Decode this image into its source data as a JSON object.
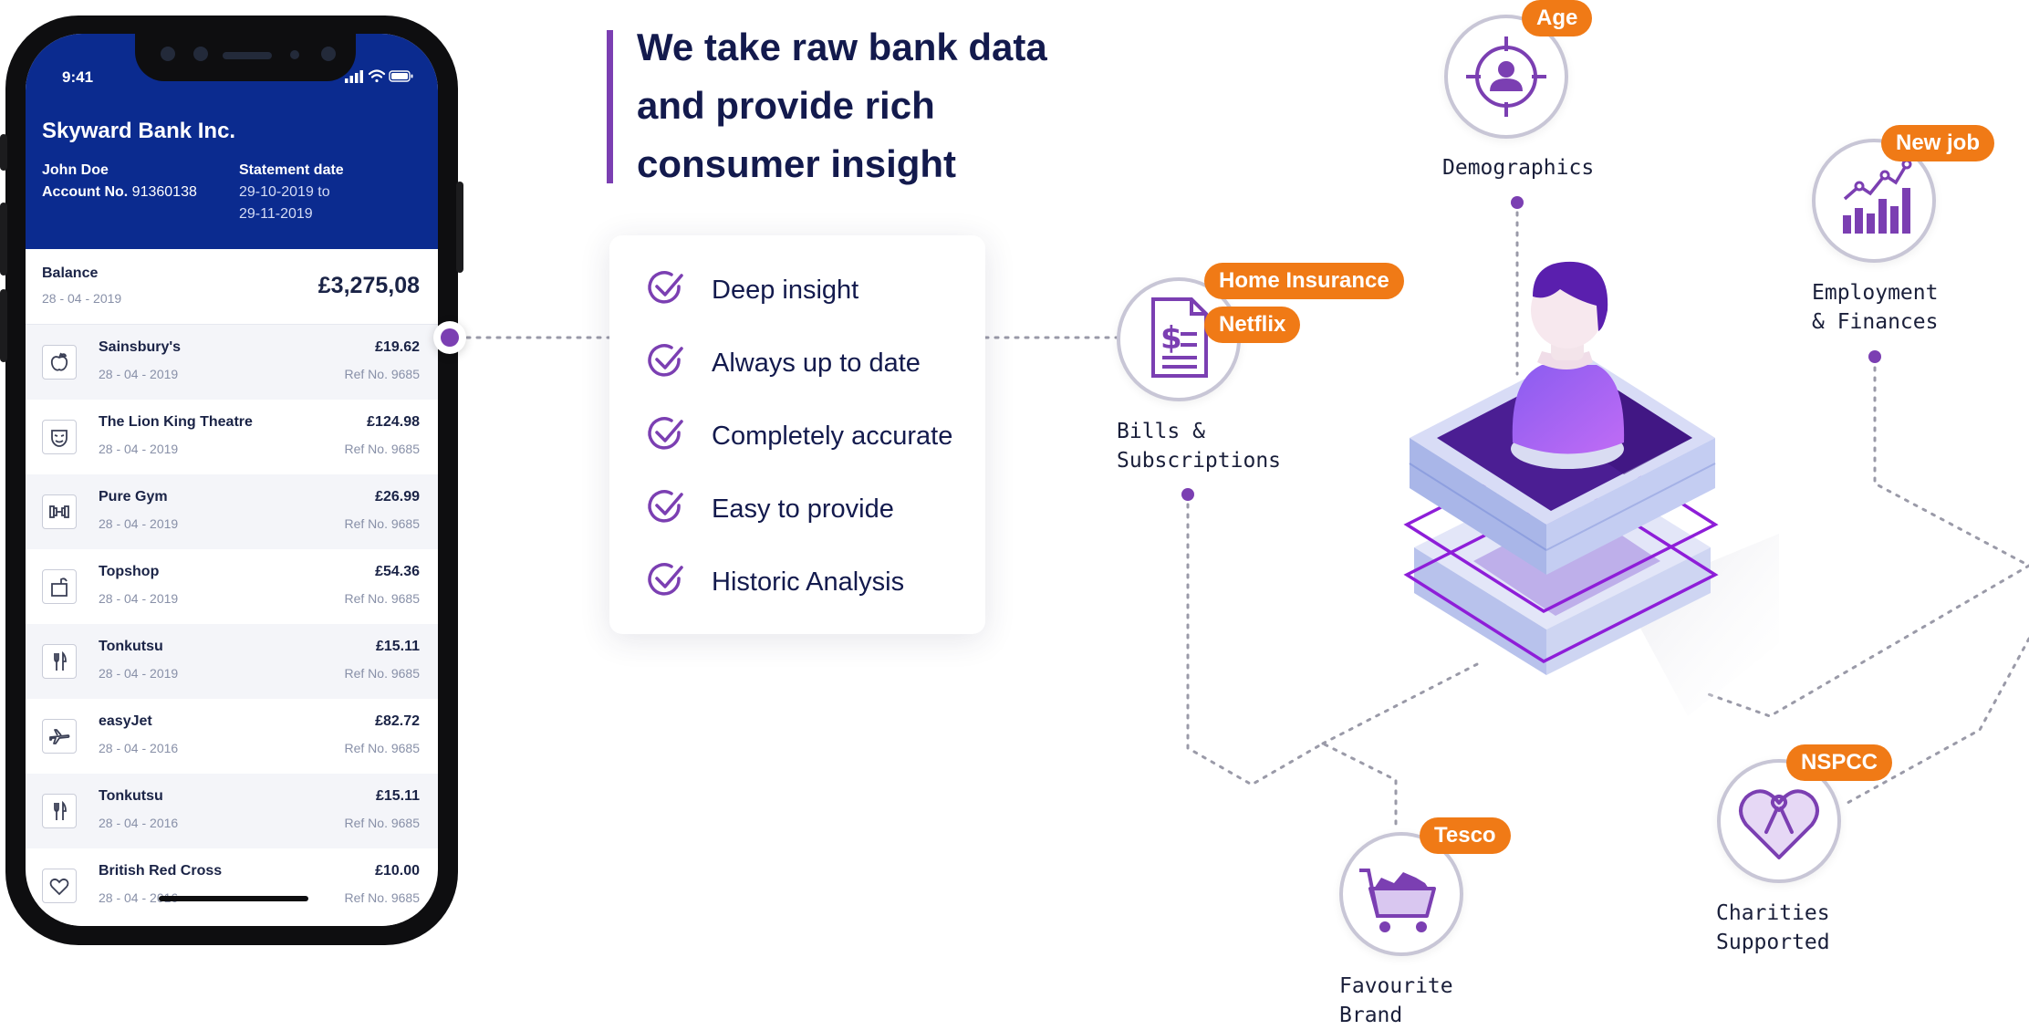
{
  "phone": {
    "status_time": "9:41",
    "bank_name": "Skyward Bank Inc.",
    "customer_name": "John Doe",
    "account_label": "Account No.",
    "account_no": "91360138",
    "statement_label": "Statement date",
    "statement_from": "29-10-2019 to",
    "statement_to": "29-11-2019",
    "balance_label": "Balance",
    "balance_date": "28 - 04 - 2019",
    "balance_amount": "£3,275,08",
    "transactions": [
      {
        "name": "Sainsbury's",
        "date": "28 - 04 - 2019",
        "amount": "£19.62",
        "ref": "Ref No. 9685",
        "icon": "apple-icon"
      },
      {
        "name": "The Lion King Theatre",
        "date": "28 - 04 - 2019",
        "amount": "£124.98",
        "ref": "Ref No. 9685",
        "icon": "theatre-mask-icon"
      },
      {
        "name": "Pure Gym",
        "date": "28 - 04 - 2019",
        "amount": "£26.99",
        "ref": "Ref No. 9685",
        "icon": "dumbbell-icon"
      },
      {
        "name": "Topshop",
        "date": "28 - 04 - 2019",
        "amount": "£54.36",
        "ref": "Ref No. 9685",
        "icon": "shopping-bag-icon"
      },
      {
        "name": "Tonkutsu",
        "date": "28 - 04 - 2019",
        "amount": "£15.11",
        "ref": "Ref No. 9685",
        "icon": "cutlery-icon"
      },
      {
        "name": "easyJet",
        "date": "28 - 04 - 2016",
        "amount": "£82.72",
        "ref": "Ref No. 9685",
        "icon": "airplane-icon"
      },
      {
        "name": "Tonkutsu",
        "date": "28 - 04 - 2016",
        "amount": "£15.11",
        "ref": "Ref No. 9685",
        "icon": "cutlery-icon"
      },
      {
        "name": "British Red Cross",
        "date": "28 - 04 - 2016",
        "amount": "£10.00",
        "ref": "Ref No. 9685",
        "icon": "heart-icon"
      }
    ]
  },
  "headline": "We take raw bank data and provide rich consumer insight",
  "features": [
    "Deep insight",
    "Always up to date",
    "Completely accurate",
    "Easy to provide",
    "Historic Analysis"
  ],
  "insights": {
    "demographics": {
      "label": "Demographics",
      "tags": [
        "Age"
      ],
      "icon": "target-person-icon"
    },
    "employment": {
      "label": "Employment\n& Finances",
      "tags": [
        "New job"
      ],
      "icon": "growth-chart-icon"
    },
    "bills": {
      "label": "Bills &\nSubscriptions",
      "tags": [
        "Home Insurance",
        "Netflix"
      ],
      "icon": "invoice-icon"
    },
    "brand": {
      "label": "Favourite\nBrand",
      "tags": [
        "Tesco"
      ],
      "icon": "shopping-cart-icon"
    },
    "charities": {
      "label": "Charities\nSupported",
      "tags": [
        "NSPCC"
      ],
      "icon": "ribbon-heart-icon"
    }
  },
  "colors": {
    "bank_header": "#0b2b8f",
    "accent_purple": "#7b3fb2",
    "tag_orange": "#f07a16",
    "navy_text": "#131a4d"
  }
}
